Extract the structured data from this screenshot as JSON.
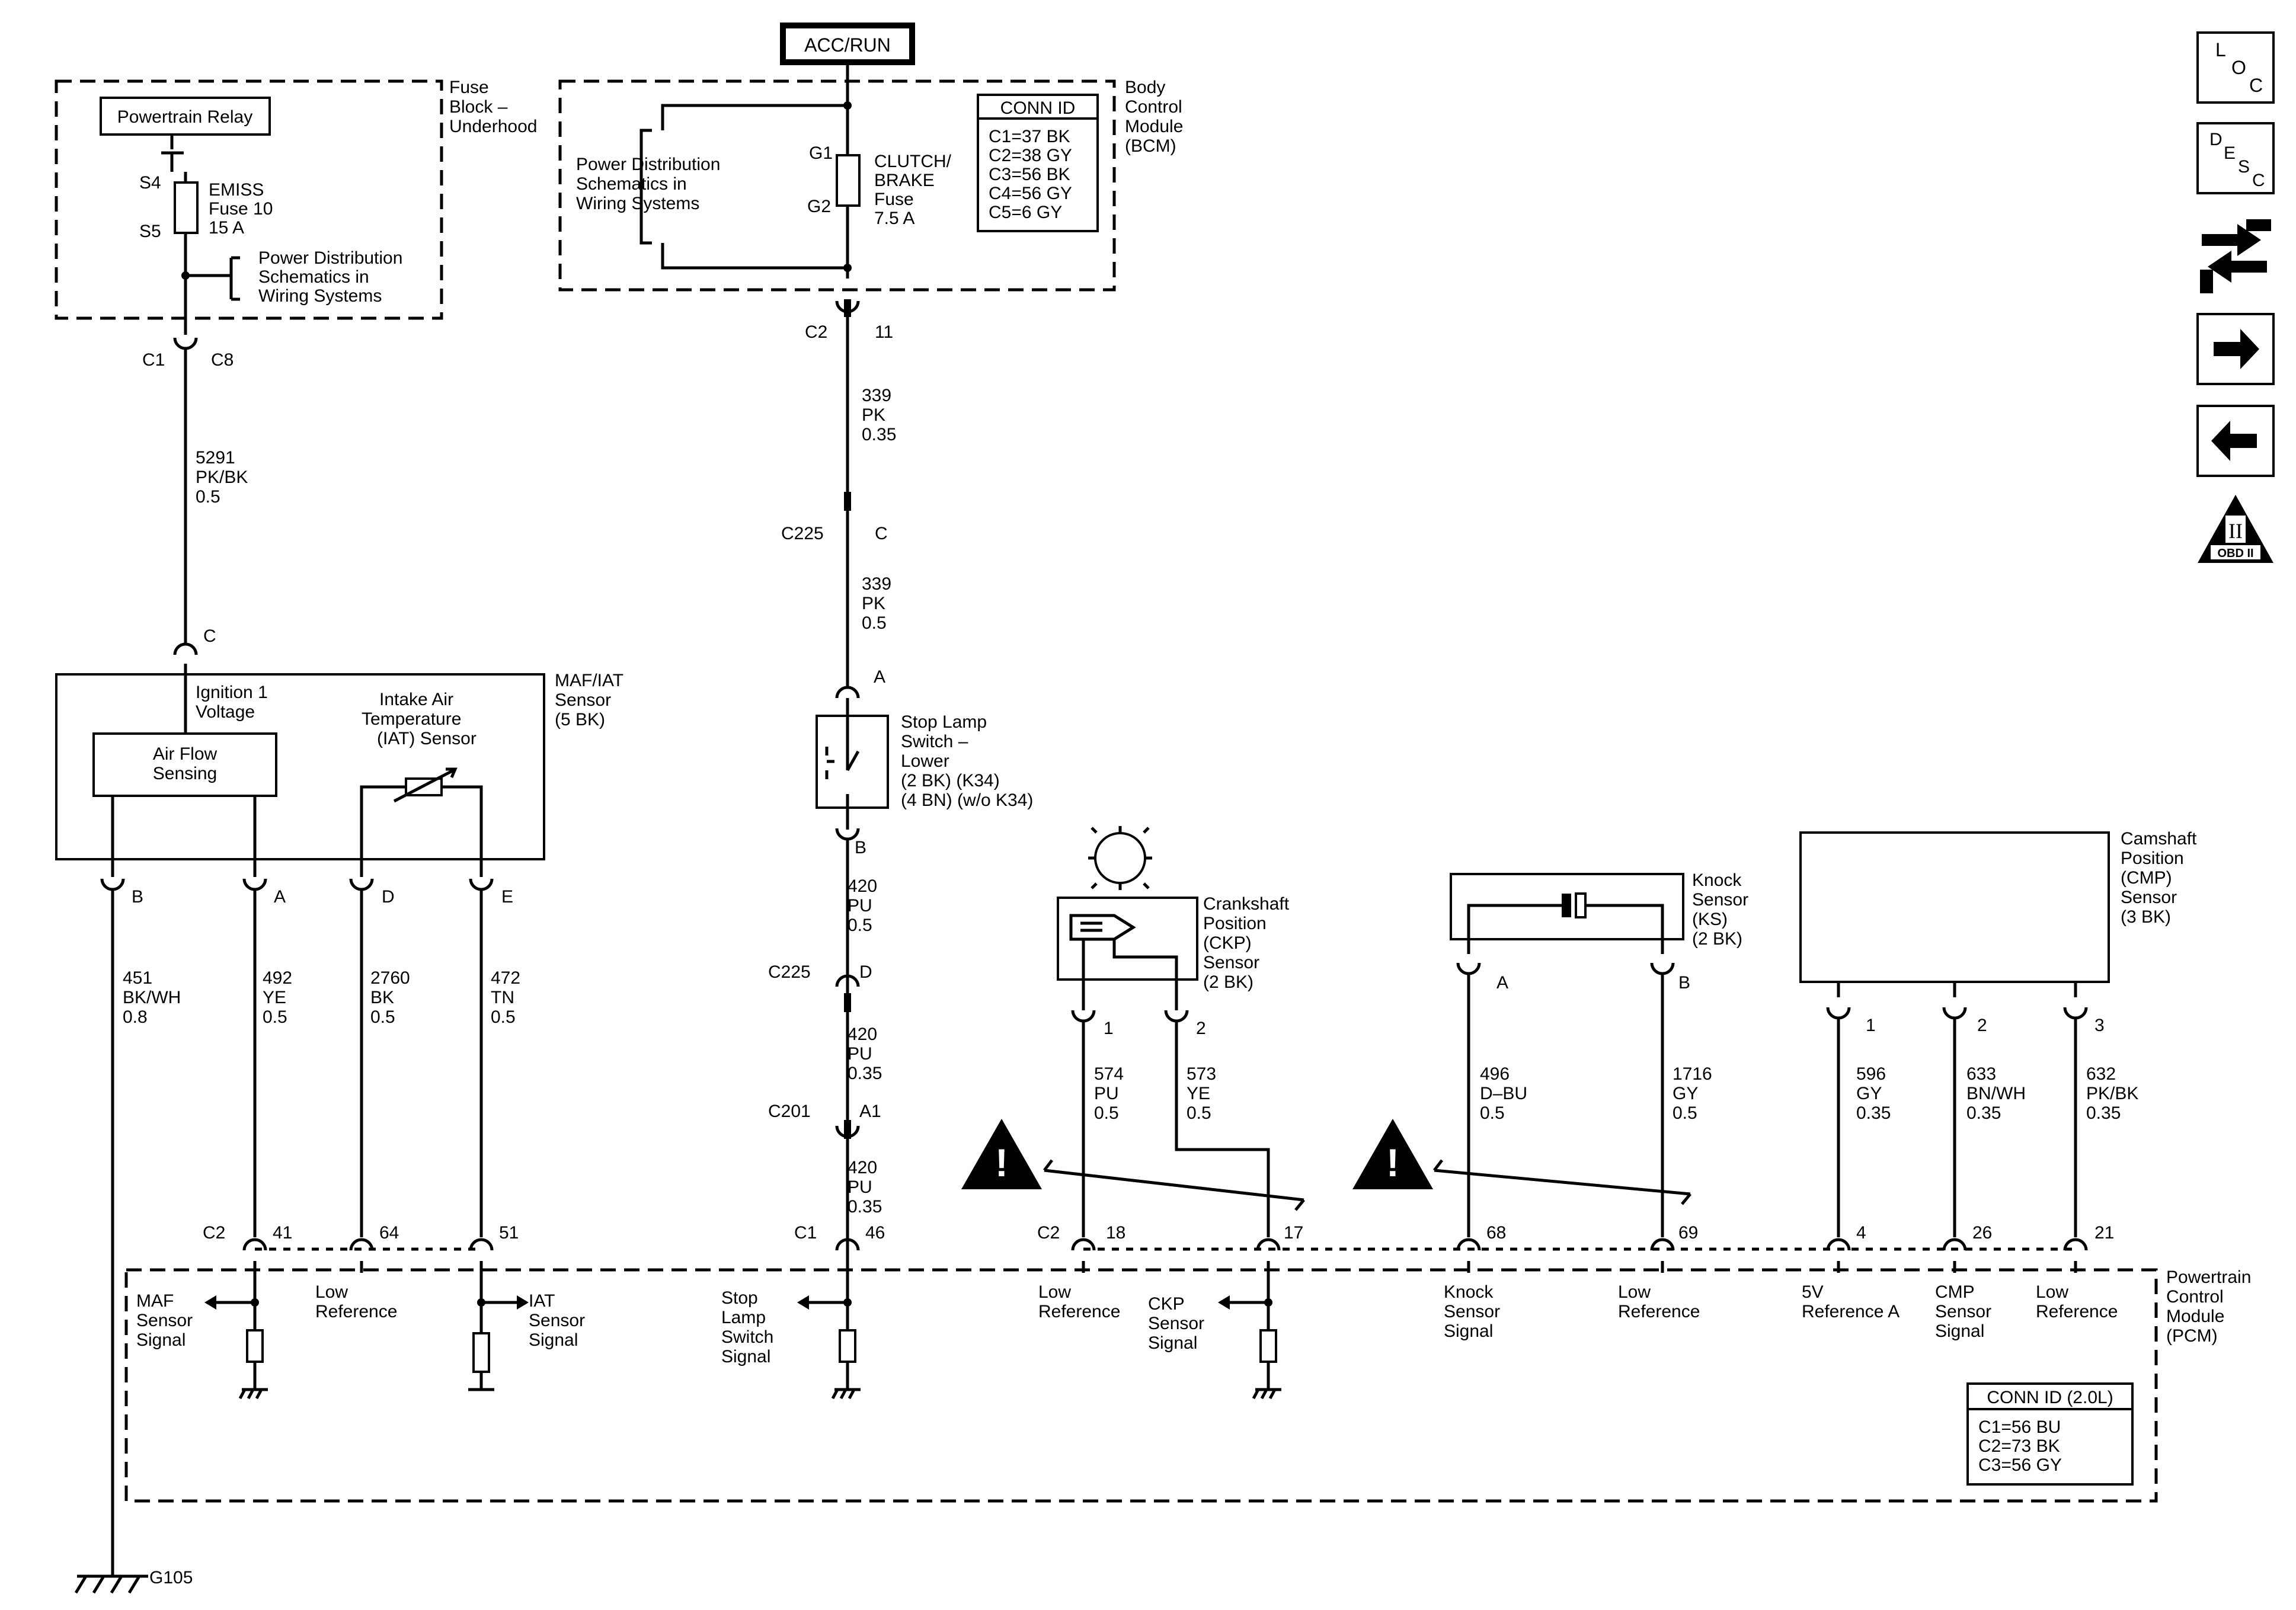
{
  "title": "ACC/RUN",
  "nav_icons": {
    "loc": {
      "icon": "loc-icon",
      "l": "L",
      "o": "O",
      "c": "C"
    },
    "desc": {
      "icon": "desc-icon",
      "d": "D",
      "e": "E",
      "s": "S",
      "c": "C"
    },
    "swap": {
      "icon": "connector-swap-icon"
    },
    "next": {
      "icon": "arrow-right-icon"
    },
    "prev": {
      "icon": "arrow-left-icon"
    },
    "obd": {
      "icon": "obd-ii-icon",
      "label": "OBD II",
      "roman": "II"
    }
  },
  "fuse_block": {
    "name_lines": [
      "Fuse",
      "Block –",
      "Underhood"
    ],
    "relay": "Powertrain Relay",
    "fuse_pins": [
      "S4",
      "S5"
    ],
    "fuse_lines": [
      "EMISS",
      "Fuse 10",
      "15 A"
    ],
    "power_dist_lines": [
      "Power Distribution",
      "Schematics in",
      "Wiring  Systems"
    ],
    "conn_left": "C1",
    "conn_right": "C8"
  },
  "bcm": {
    "name_lines": [
      "Body",
      "Control",
      "Module",
      "(BCM)"
    ],
    "power_dist_lines": [
      "Power Distribution",
      "Schematics in",
      "Wiring  Systems"
    ],
    "pin_top": "G1",
    "pin_bottom": "G2",
    "fuse_lines": [
      "CLUTCH/",
      "BRAKE",
      "Fuse",
      "7.5 A"
    ],
    "conn_header": "CONN ID",
    "conn_items": [
      "C1=37 BK",
      "C2=38 GY",
      "C3=56 BK",
      "C4=56 GY",
      "C5=6 GY"
    ],
    "out_conn": "C2",
    "out_pin": "11"
  },
  "wires": {
    "w5291": [
      "5291",
      "PK/BK",
      "0.5"
    ],
    "w339a": [
      "339",
      "PK",
      "0.35"
    ],
    "w339b": [
      "339",
      "PK",
      "0.5"
    ],
    "w420a": [
      "420",
      "PU",
      "0.5"
    ],
    "w420b": [
      "420",
      "PU",
      "0.35"
    ],
    "w420c": [
      "420",
      "PU",
      "0.35"
    ],
    "w451": [
      "451",
      "BK/WH",
      "0.8"
    ],
    "w492": [
      "492",
      "YE",
      "0.5"
    ],
    "w2760": [
      "2760",
      "BK",
      "0.5"
    ],
    "w472": [
      "472",
      "TN",
      "0.5"
    ],
    "w574": [
      "574",
      "PU",
      "0.5"
    ],
    "w573": [
      "573",
      "YE",
      "0.5"
    ],
    "w496": [
      "496",
      "D–BU",
      "0.5"
    ],
    "w1716": [
      "1716",
      "GY",
      "0.5"
    ],
    "w596": [
      "596",
      "GY",
      "0.35"
    ],
    "w633": [
      "633",
      "BN/WH",
      "0.35"
    ],
    "w632": [
      "632",
      "PK/BK",
      "0.35"
    ]
  },
  "inline_connectors": {
    "c225_c": {
      "conn": "C225",
      "pin": "C"
    },
    "c225_d": {
      "conn": "C225",
      "pin": "D"
    },
    "c201": {
      "conn": "C201",
      "pin": "A1"
    },
    "maf_c": "C"
  },
  "stop_lamp": {
    "pin_top": "A",
    "pin_bottom": "B",
    "lines": [
      "Stop Lamp",
      "Switch –",
      "Lower",
      "(2 BK) (K34)",
      "(4 BN) (w/o K34)"
    ]
  },
  "maf": {
    "name_lines": [
      "MAF/IAT",
      "Sensor",
      "(5 BK)"
    ],
    "ign_lines": [
      "Ignition 1",
      "Voltage"
    ],
    "air_flow_lines": [
      "Air Flow",
      "Sensing"
    ],
    "iat_lines": [
      "Intake Air",
      "Temperature",
      "(IAT) Sensor"
    ],
    "pins": [
      "B",
      "A",
      "D",
      "E"
    ]
  },
  "ckp": {
    "name_lines": [
      "Crankshaft",
      "Position",
      "(CKP)",
      "Sensor",
      "(2 BK)"
    ],
    "pins": [
      "1",
      "2"
    ]
  },
  "knock": {
    "name_lines": [
      "Knock",
      "Sensor",
      "(KS)",
      "(2 BK)"
    ],
    "pins": [
      "A",
      "B"
    ]
  },
  "cmp": {
    "name_lines": [
      "Camshaft",
      "Position",
      "(CMP)",
      "Sensor",
      "(3 BK)"
    ],
    "pins": [
      "1",
      "2",
      "3"
    ]
  },
  "pcm": {
    "name_lines": [
      "Powertrain",
      "Control",
      "Module",
      "(PCM)"
    ],
    "conn_header": "CONN ID (2.0L)",
    "conn_items": [
      "C1=56 BU",
      "C2=73 BK",
      "C3=56 GY"
    ],
    "conn_c2_left": "C2",
    "conn_c1": "C1",
    "conn_c2_right": "C2",
    "pins": [
      "41",
      "64",
      "51",
      "46",
      "18",
      "17",
      "68",
      "69",
      "4",
      "26",
      "21"
    ],
    "signals": {
      "maf": [
        "MAF",
        "Sensor",
        "Signal"
      ],
      "low_ref_1": [
        "Low",
        "Reference"
      ],
      "iat": [
        "IAT",
        "Sensor",
        "Signal"
      ],
      "stop": [
        "Stop",
        "Lamp",
        "Switch",
        "Signal"
      ],
      "low_ref_2": [
        "Low",
        "Reference"
      ],
      "ckp": [
        "CKP",
        "Sensor",
        "Signal"
      ],
      "knock": [
        "Knock",
        "Sensor",
        "Signal"
      ],
      "low_ref_3": [
        "Low",
        "Reference"
      ],
      "ref5v": [
        "5V",
        "Reference A"
      ],
      "cmp": [
        "CMP",
        "Sensor",
        "Signal"
      ],
      "low_ref_4": [
        "Low",
        "Reference"
      ]
    }
  },
  "ground": "G105"
}
